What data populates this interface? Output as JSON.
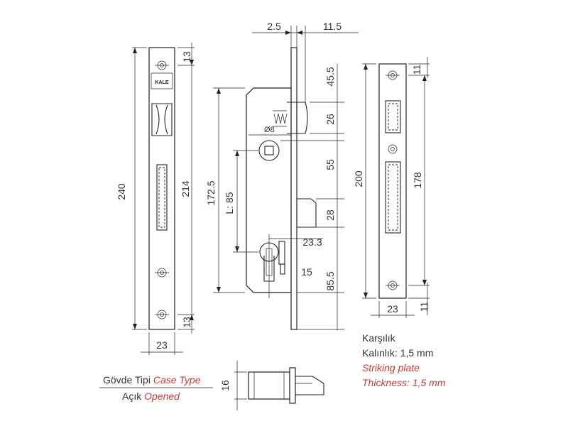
{
  "brand_label": "KALE",
  "faceplate": {
    "total_height": "240",
    "hole_spacing": "214",
    "top_offset": "13",
    "bottom_offset": "13",
    "width": "23"
  },
  "body": {
    "thickness": "2.5",
    "backset": "11.5",
    "seg_45_5": "45.5",
    "latch": "26",
    "seg_55": "55",
    "seg_28": "28",
    "seg_85_5": "85.5",
    "height": "172.5",
    "center_distance": "L: 85",
    "spindle": "Ø8",
    "cyl_depth": "23.3",
    "cyl_offset": "15",
    "case_depth": "16"
  },
  "strike": {
    "total_height": "200",
    "hole_spacing": "178",
    "top_offset": "11",
    "bottom_offset": "11",
    "width": "23"
  },
  "notes": {
    "strike_tr": "Karşılık",
    "thickness_tr": "Kalınlık: 1,5 mm",
    "strike_en": "Striking plate",
    "thickness_en": "Thickness: 1,5 mm"
  },
  "legend": {
    "case_type_tr": "Gövde Tipi",
    "case_type_en": "Case Type",
    "opened_tr": "Açık",
    "opened_en": "Opened"
  },
  "colors": {
    "accent_red": "#c23a3a",
    "line": "#222222"
  }
}
